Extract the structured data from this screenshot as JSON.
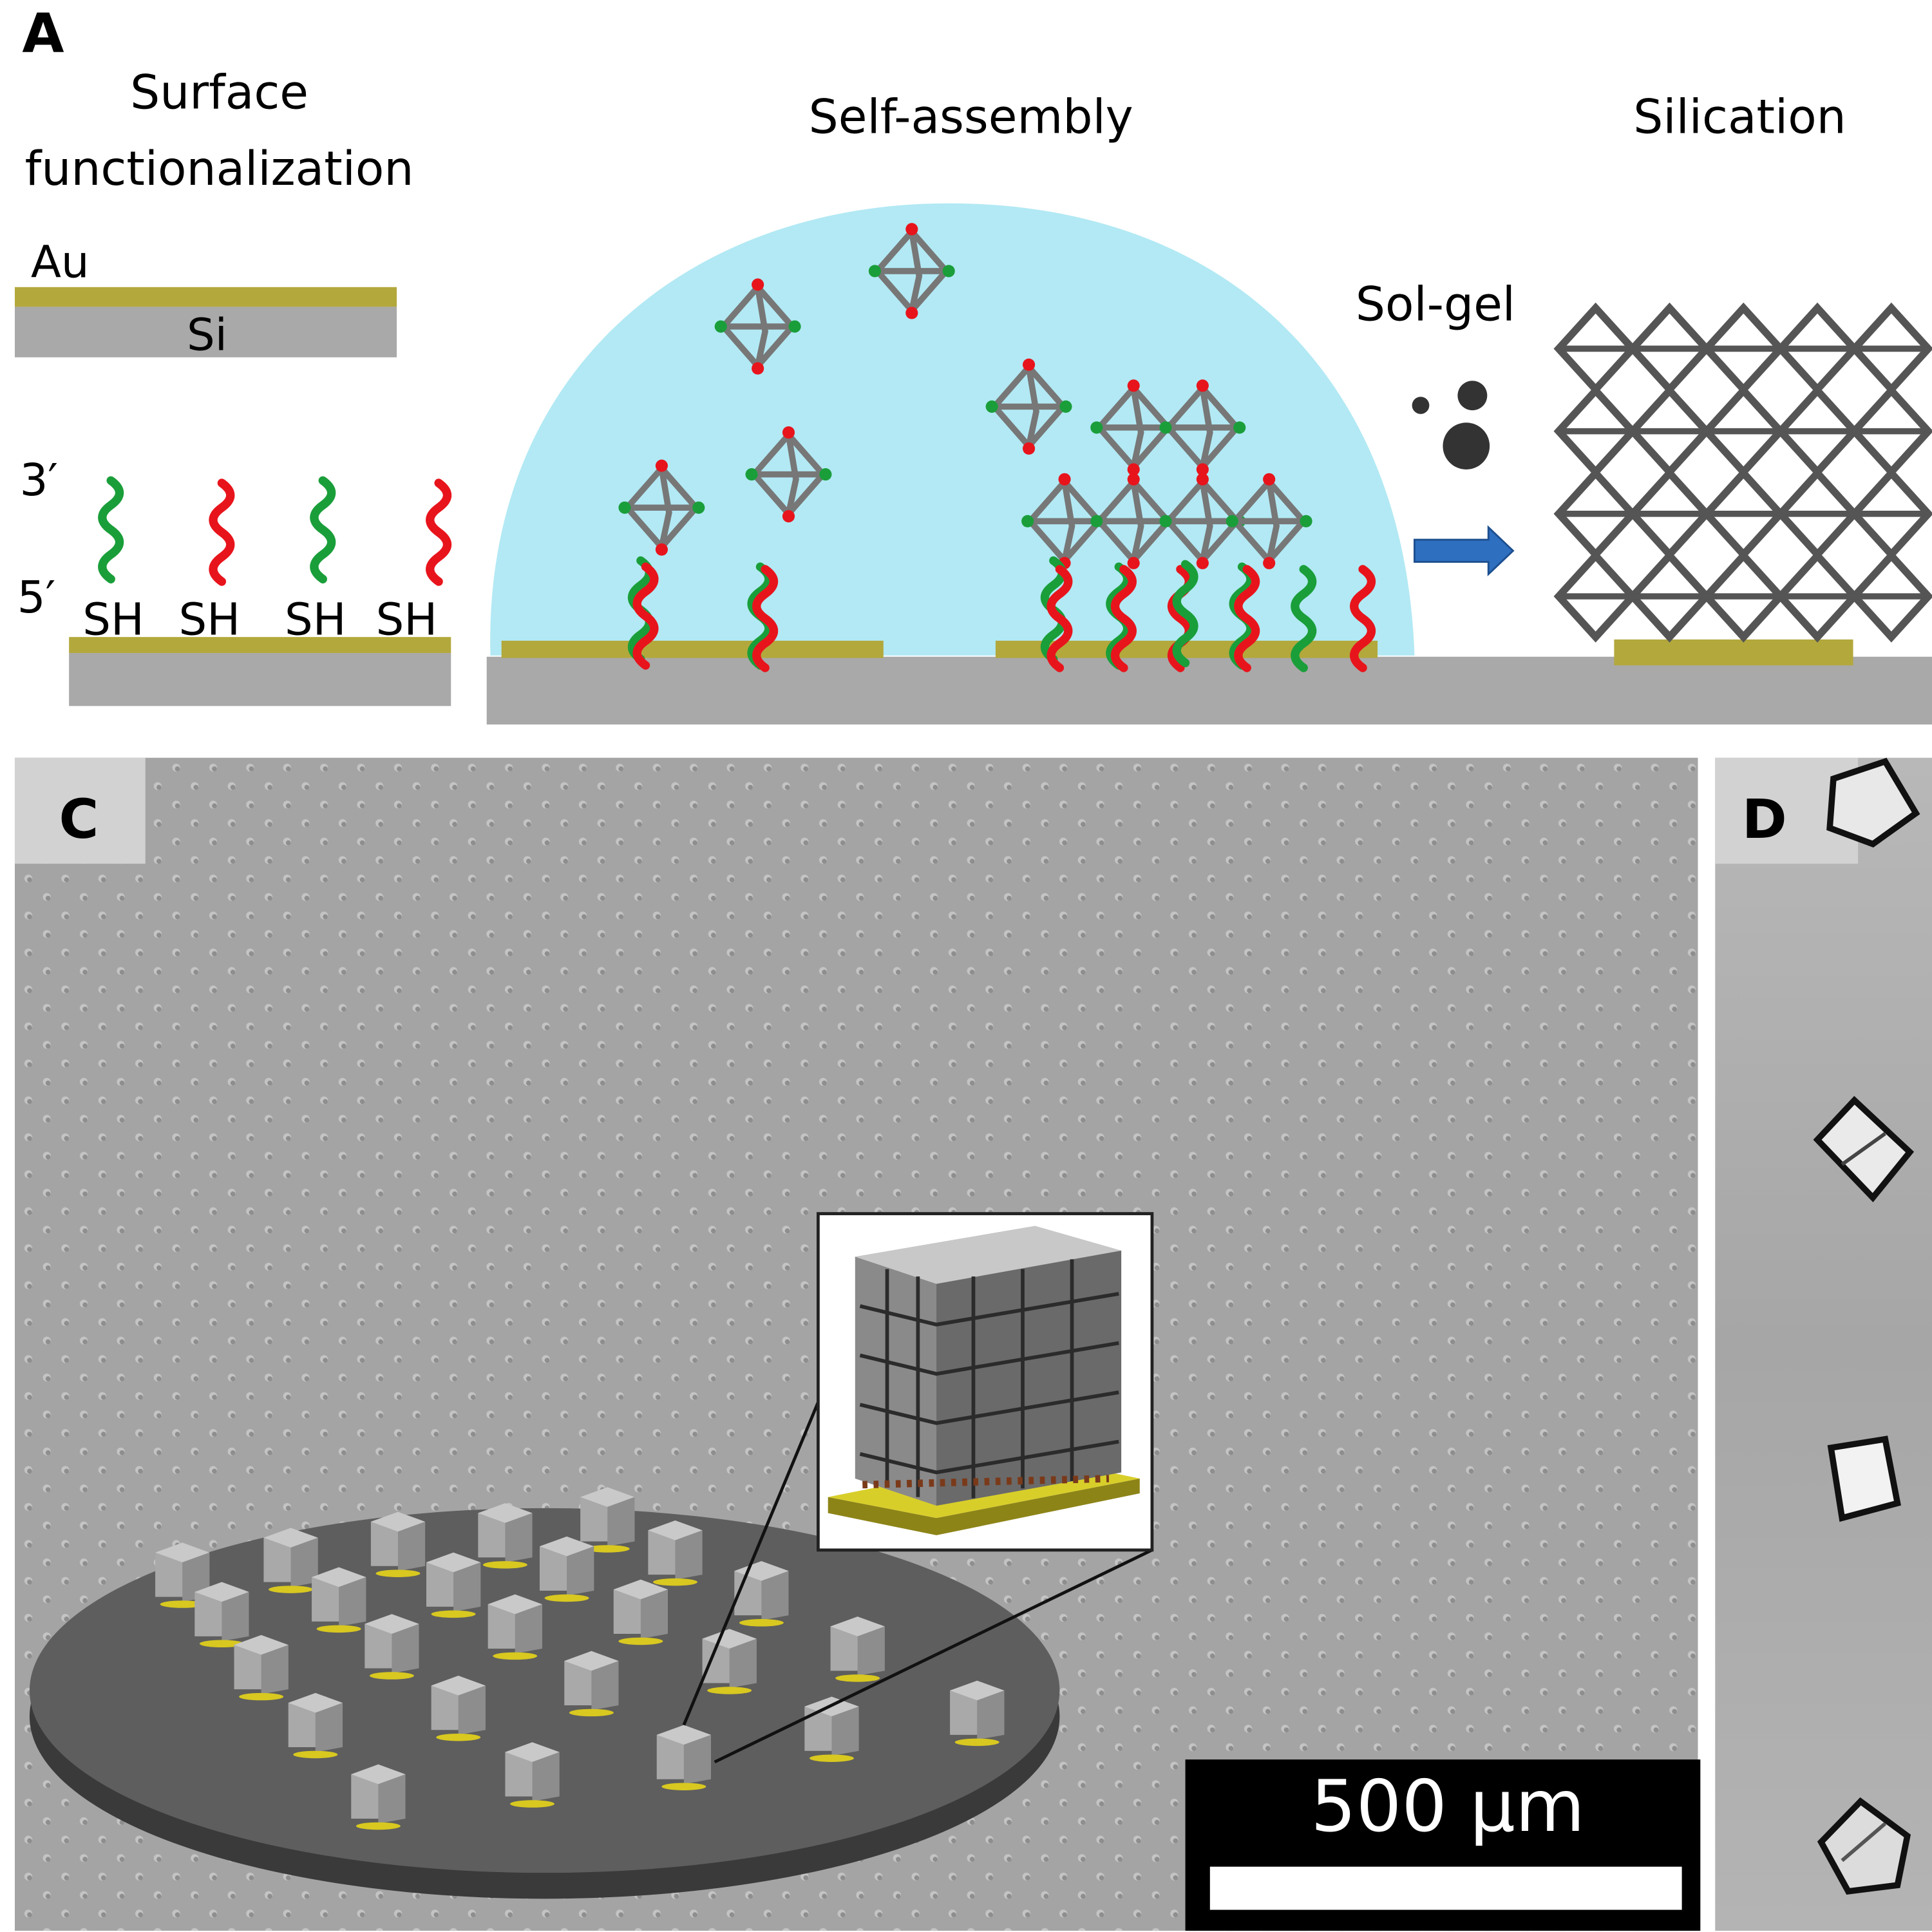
{
  "panel_a": {
    "label": "A",
    "steps": {
      "surface_line1": "Surface",
      "surface_line2": "functionalization",
      "self_assembly": "Self-assembly",
      "silication": "Silication"
    },
    "layers": {
      "au": "Au",
      "si": "Si"
    },
    "strand_ends": {
      "three_prime": "3′",
      "five_prime": "5′"
    },
    "thiol_labels": [
      "SH",
      "SH",
      "SH",
      "SH"
    ],
    "sol_gel": "Sol-gel",
    "colors": {
      "gold": "#b3a83c",
      "silicon": "#a9a9a9",
      "droplet": "#b2e9f4",
      "green_dna": "#1a9e3a",
      "red_dna": "#e8141c",
      "frame": "#6e6e6e",
      "arrow": "#2e6fc0"
    }
  },
  "panel_c": {
    "label": "C",
    "scale_bar": "500 µm"
  },
  "panel_d": {
    "label": "D"
  }
}
